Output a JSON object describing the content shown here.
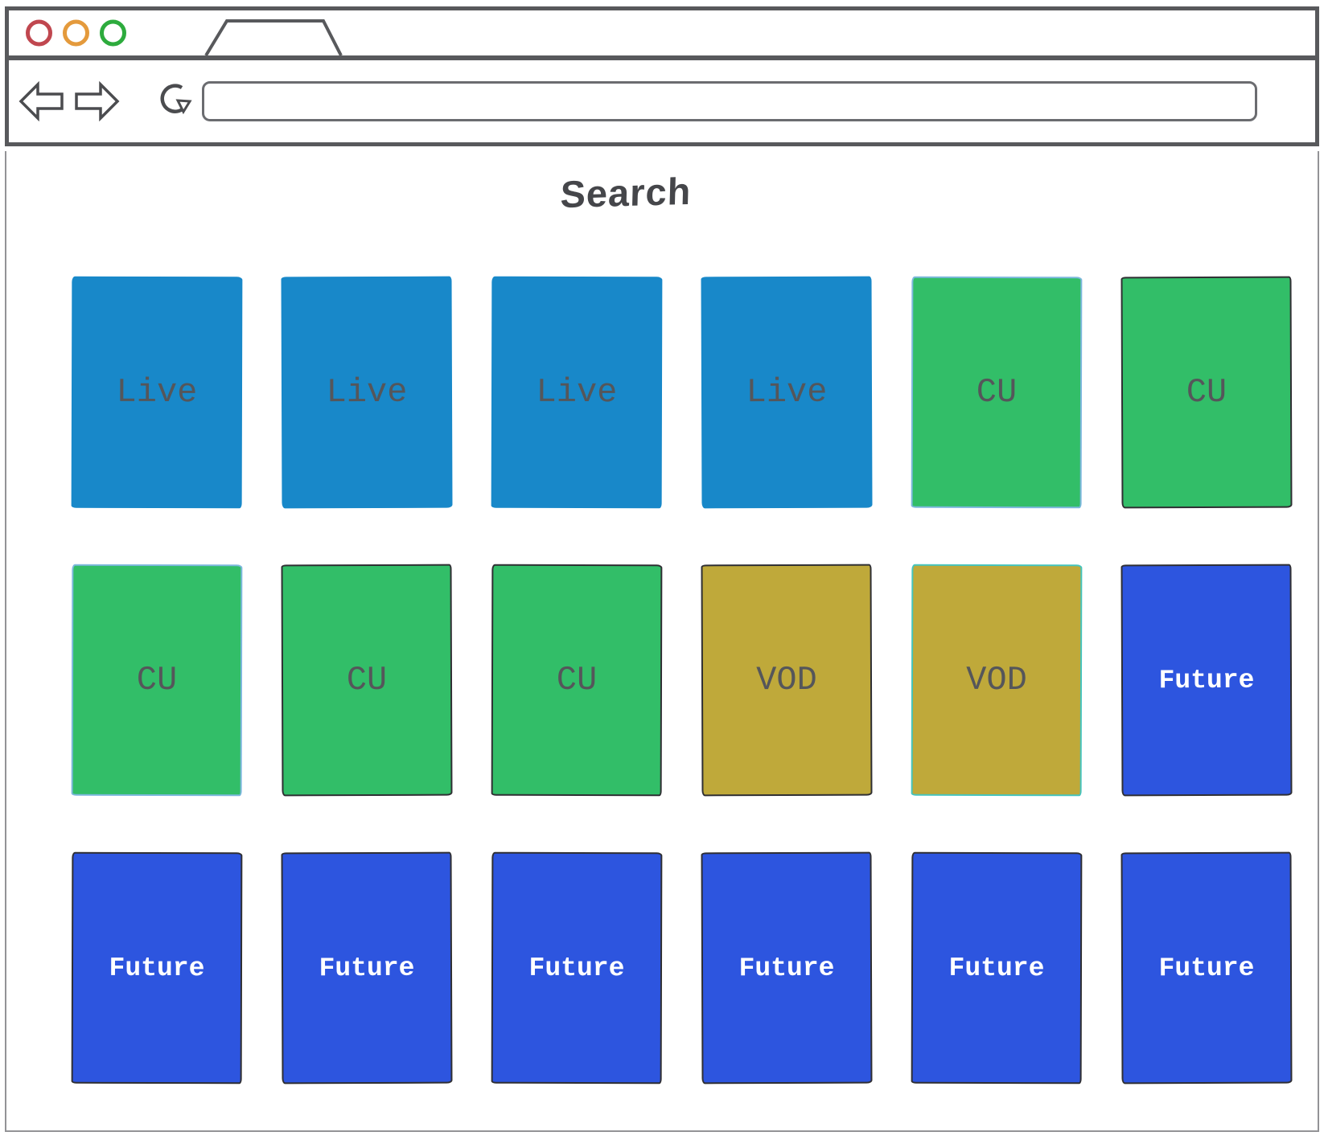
{
  "window": {
    "traffic_lights": [
      {
        "name": "close-window-button",
        "color": "#c0474f"
      },
      {
        "name": "minimize-window-button",
        "color": "#e49a3c"
      },
      {
        "name": "maximize-window-button",
        "color": "#2dab3d"
      }
    ],
    "nav": {
      "url_value": ""
    }
  },
  "page": {
    "title": "Search",
    "cards": [
      {
        "label": "Live",
        "category": "live",
        "border": "none"
      },
      {
        "label": "Live",
        "category": "live",
        "border": "none"
      },
      {
        "label": "Live",
        "category": "live",
        "border": "none"
      },
      {
        "label": "Live",
        "category": "live",
        "border": "none"
      },
      {
        "label": "CU",
        "category": "cu",
        "border": "blue"
      },
      {
        "label": "CU",
        "category": "cu",
        "border": "dark"
      },
      {
        "label": "CU",
        "category": "cu",
        "border": "blue"
      },
      {
        "label": "CU",
        "category": "cu",
        "border": "dark"
      },
      {
        "label": "CU",
        "category": "cu",
        "border": "dark"
      },
      {
        "label": "VOD",
        "category": "vod",
        "border": "dark"
      },
      {
        "label": "VOD",
        "category": "vod",
        "border": "teal"
      },
      {
        "label": "Future",
        "category": "future",
        "border": "dark"
      },
      {
        "label": "Future",
        "category": "future",
        "border": "dark"
      },
      {
        "label": "Future",
        "category": "future",
        "border": "dark"
      },
      {
        "label": "Future",
        "category": "future",
        "border": "dark"
      },
      {
        "label": "Future",
        "category": "future",
        "border": "dark"
      },
      {
        "label": "Future",
        "category": "future",
        "border": "dark"
      },
      {
        "label": "Future",
        "category": "future",
        "border": "dark"
      }
    ]
  },
  "colors": {
    "live": "#1888c9",
    "cu": "#32be68",
    "vod": "#bfa93a",
    "future": "#2d55df",
    "card_text": "#55565a",
    "future_text": "#ffffff",
    "border_dark": "#2f2f33",
    "border_blue": "#7db8dd",
    "border_teal": "#46c4bd",
    "title_text": "#45464a"
  }
}
